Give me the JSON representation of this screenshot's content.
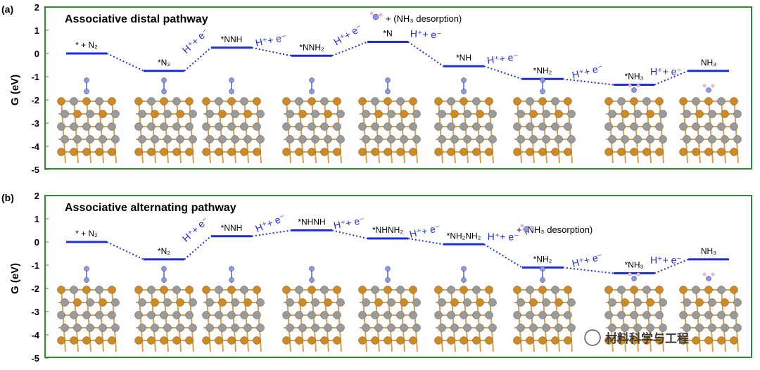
{
  "colors": {
    "frame": "#2e8b2e",
    "level": "#1f2fd6",
    "step_text": "#1f2fd6",
    "metal_light": "#9a9a9a",
    "metal_orange": "#d08a22"
  },
  "y_axis": {
    "label": "G (eV)",
    "ticks": [
      "2",
      "1",
      "0",
      "-1",
      "-2",
      "-3",
      "-4",
      "-5"
    ]
  },
  "panels": [
    {
      "label": "(a)",
      "title": "Associative distal pathway",
      "states": [
        {
          "label": "* + N₂",
          "G": 0.0
        },
        {
          "label": "*N₂",
          "G": -0.75
        },
        {
          "label": "*NNH",
          "G": 0.25
        },
        {
          "label": "*NNH₂",
          "G": -0.1
        },
        {
          "label": "*N",
          "G": 0.5
        },
        {
          "label": "*NH",
          "G": -0.55
        },
        {
          "label": "*NH₂",
          "G": -1.1
        },
        {
          "label": "*NH₃",
          "G": -1.35
        },
        {
          "label": "NH₃",
          "G": -0.75
        }
      ],
      "step_label": "H⁺+ e⁻",
      "desorption_note": "+ (NH₃ desorption)"
    },
    {
      "label": "(b)",
      "title": "Associative alternating pathway",
      "states": [
        {
          "label": "* + N₂",
          "G": 0.0
        },
        {
          "label": "*N₂",
          "G": -0.75
        },
        {
          "label": "*NNH",
          "G": 0.25
        },
        {
          "label": "*NHNH",
          "G": 0.5
        },
        {
          "label": "*NHNH₂",
          "G": 0.15
        },
        {
          "label": "*NH₂NH₂",
          "G": -0.1
        },
        {
          "label": "*NH₂",
          "G": -1.1
        },
        {
          "label": "*NH₃",
          "G": -1.35
        },
        {
          "label": "NH₃",
          "G": -0.75
        }
      ],
      "step_label": "H⁺+ e⁻",
      "desorption_note": "+ (NH₃ desorption)"
    }
  ],
  "watermark": "材料科学与工程"
}
